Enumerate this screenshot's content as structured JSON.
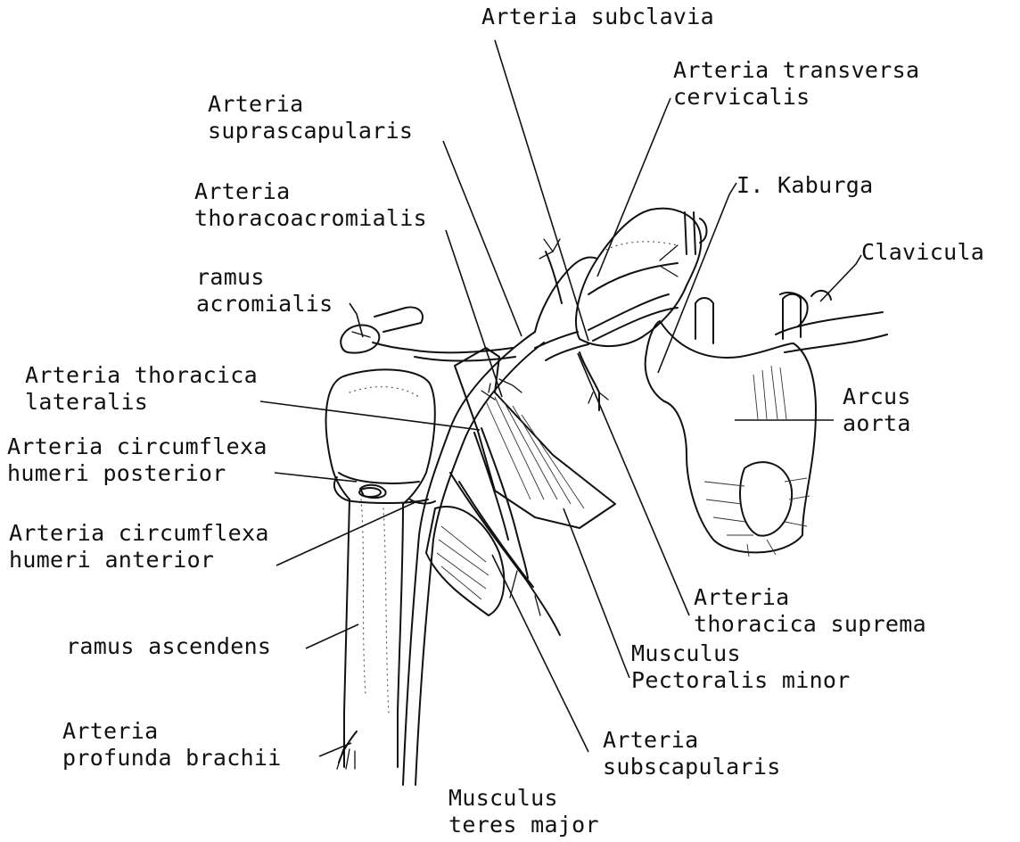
{
  "labels": {
    "arteria_subclavia": "Arteria subclavia",
    "arteria_transversa_cervicalis": "Arteria transversa\ncervicalis",
    "arteria_suprascapularis": "Arteria\nsuprascapularis",
    "i_kaburga": "I. Kaburga",
    "arteria_thoracoacromialis": "Arteria\nthoracoacromialis",
    "clavicula": "Clavicula",
    "ramus_acromialis": "ramus\nacromialis",
    "arteria_thoracica_lateralis": "Arteria thoracica\nlateralis",
    "arcus_aorta": "Arcus\naorta",
    "arteria_circumflexa_humeri_posterior": "Arteria circumflexa\nhumeri posterior",
    "arteria_circumflexa_humeri_anterior": "Arteria circumflexa\nhumeri anterior",
    "arteria_thoracica_suprema": "Arteria\nthoracica suprema",
    "ramus_ascendens": "ramus ascendens",
    "musculus_pectoralis_minor": "Musculus\nPectoralis minor",
    "arteria_profunda_brachii": "Arteria\nprofunda brachii",
    "arteria_subscapularis": "Arteria\nsubscapularis",
    "musculus_teres_major": "Musculus\nteres major"
  }
}
